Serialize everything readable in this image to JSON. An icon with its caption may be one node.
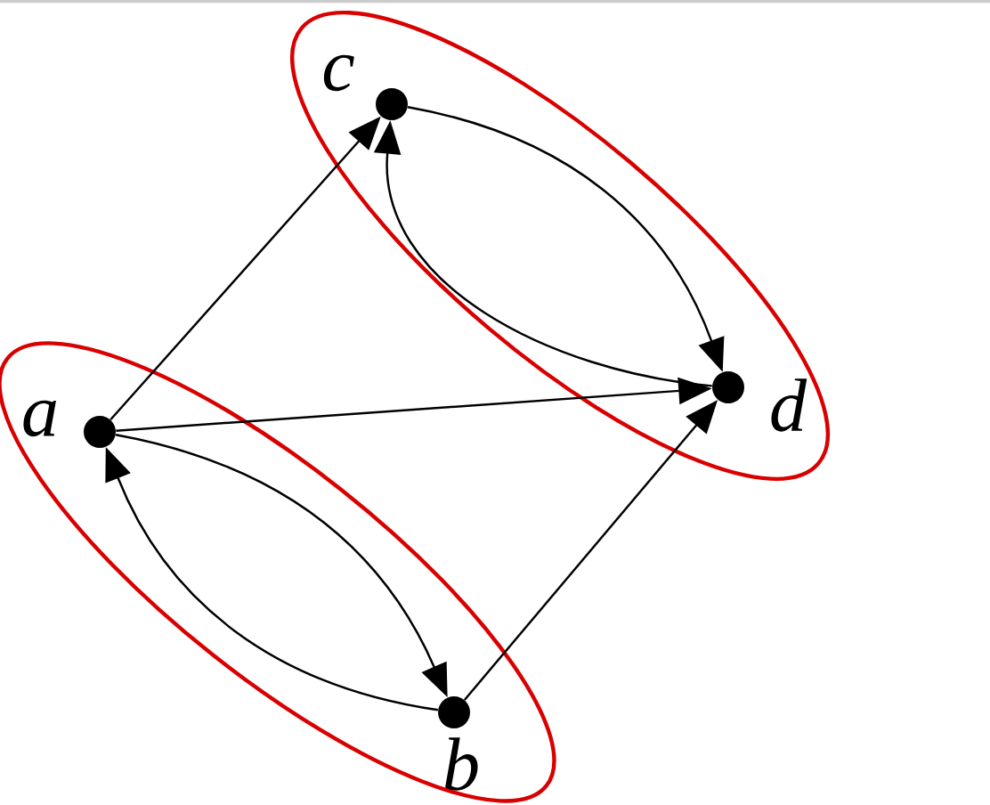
{
  "diagram": {
    "nodes": [
      {
        "text": [],
        "shape": "ellipse"
      },
      {
        "text": [],
        "shape": "circle",
        "beside": [
          "c"
        ],
        "in": 0
      },
      {
        "text": [],
        "shape": "circle",
        "beside": [
          "d"
        ],
        "in": 0
      },
      {
        "text": [],
        "shape": "ellipse"
      },
      {
        "text": [],
        "shape": "circle",
        "beside": [
          "a"
        ],
        "in": 3
      },
      {
        "text": [],
        "shape": "circle",
        "beside": [
          "b"
        ],
        "in": 3
      }
    ],
    "edges": [
      {
        "from": 4,
        "to": 1,
        "arrow": "to"
      },
      {
        "from": 4,
        "to": 2,
        "arrow": "to"
      },
      {
        "from": 4,
        "to": 5,
        "arrow": "to"
      },
      {
        "from": 5,
        "to": 4,
        "arrow": "to"
      },
      {
        "from": 5,
        "to": 2,
        "arrow": "to"
      },
      {
        "from": 1,
        "to": 2,
        "arrow": "to"
      },
      {
        "from": 2,
        "to": 1,
        "arrow": "to"
      }
    ]
  }
}
